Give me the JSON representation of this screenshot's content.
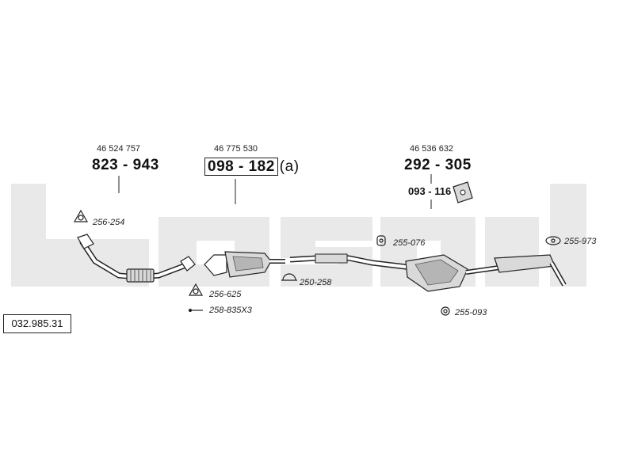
{
  "reference_number": "032.985.31",
  "watermark": "bosal",
  "colors": {
    "watermark": "#e9e9e9",
    "line": "#222222",
    "part_fill": "#d9d9d9",
    "part_shade": "#b5b5b5"
  },
  "components": {
    "front_pipe": {
      "oem": "46 524 757",
      "part": "823 - 943"
    },
    "catalyst": {
      "oem": "46 775 530",
      "part": "098 - 182",
      "note": "(a)"
    },
    "rear_section": {
      "oem": "46 536 632",
      "part": "292 - 305"
    },
    "mount_kit": {
      "part": "093 - 116"
    }
  },
  "accessories": {
    "gasket_front": "256-254",
    "gasket_cat": "256-625",
    "bolt_kit": "258-835X3",
    "clamp": "250-258",
    "rubber_mid": "255-076",
    "rubber_rear": "255-973",
    "rubber_under": "255-093"
  }
}
